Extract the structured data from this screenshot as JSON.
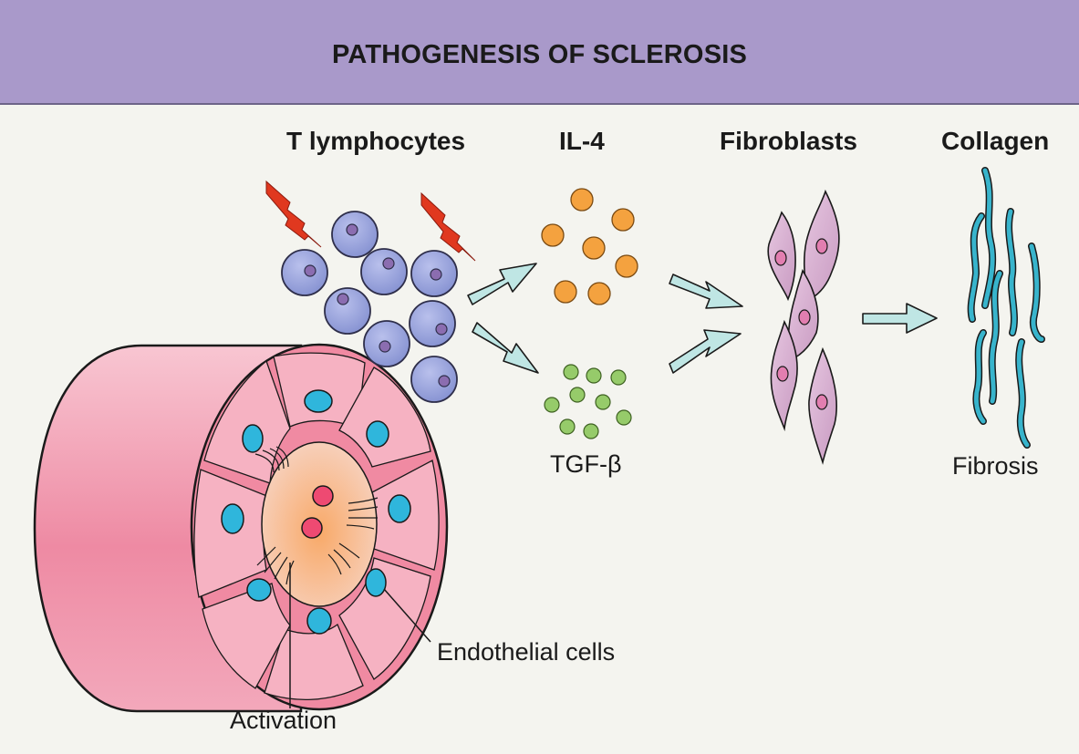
{
  "title": "PATHOGENESIS OF SCLEROSIS",
  "stages": {
    "t_lymphocytes": "T lymphocytes",
    "il4": "IL-4",
    "fibroblasts": "Fibroblasts",
    "collagen": "Collagen"
  },
  "labels": {
    "tgf_beta": "TGF-β",
    "fibrosis": "Fibrosis",
    "endothelial_cells": "Endothelial cells",
    "activation": "Activation"
  },
  "colors": {
    "header": "#a999ca",
    "background": "#f4f4ef",
    "lymphocyte": "#8d97d4",
    "il4": "#f4a23f",
    "tgf": "#96cb6a",
    "fibroblast": "#d7b1d1",
    "collagen": "#38b4cc",
    "vessel": "#ef90a5",
    "nucleus": "#2fb6dc",
    "arrow": "#bfe6e4",
    "lightning": "#e0381f"
  }
}
